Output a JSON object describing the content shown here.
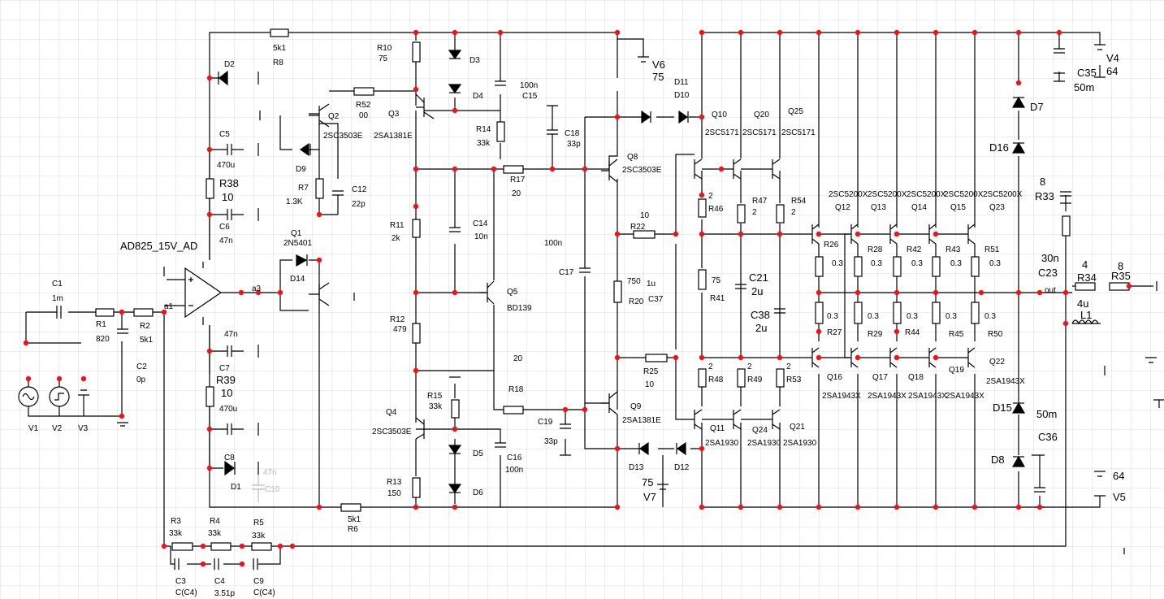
{
  "labels": {
    "opamp": "AD825_15V_AD",
    "C1": "C1",
    "C1v": "1m",
    "R1": "R1",
    "R1v": "820",
    "R2": "R2",
    "R2v": "5k1",
    "C2": "C2",
    "C2v": "0p",
    "V1": "V1",
    "V2": "V2",
    "V3": "V3",
    "a1": "a1",
    "a3": "a3",
    "R8v": "5k1",
    "R8": "R8",
    "D2": "D2",
    "C5": "C5",
    "C5v": "470u",
    "R38": "R38",
    "R38v": "10",
    "C6": "C6",
    "C6v": "47n",
    "Q2": "Q2",
    "Q2t": "2SC3503E",
    "D9": "D9",
    "R7": "R7",
    "R7v": "1.3K",
    "C12": "C12",
    "C12v": "22p",
    "Q1": "Q1",
    "Q1t": "2N5401",
    "D14": "D14",
    "R52": "R52",
    "R52v": "00",
    "R10": "R10",
    "R10v": "75",
    "D3": "D3",
    "D4": "D4",
    "Q3": "Q3",
    "Q3t": "2SA1381E",
    "C15v": "100n",
    "C15": "C15",
    "R14": "R14",
    "R14v": "33k",
    "C18": "C18",
    "C18v": "33p",
    "R17": "R17",
    "R17v": "20",
    "R11": "R11",
    "R11v": "2k",
    "C14": "C14",
    "C14v": "10n",
    "C7v": "47n",
    "C7": "C7",
    "R39": "R39",
    "R39v": "10",
    "C7b": "470u",
    "C8": "C8",
    "D1": "D1",
    "C10v": "47n",
    "C10": "C10",
    "Q5": "Q5",
    "Q5t": "BD139",
    "R12": "R12",
    "R12v": "479",
    "n20": "20",
    "R18": "R18",
    "R15": "R15",
    "R15v": "33k",
    "Q4": "Q4",
    "Q4t": "2SC3503E",
    "D5": "D5",
    "D6": "D6",
    "C16": "C16",
    "C16v": "100n",
    "R13": "R13",
    "R13v": "150",
    "R6v": "5k1",
    "R6": "R6",
    "R3": "R3",
    "R3v": "33k",
    "R4": "R4",
    "R4v": "33k",
    "R5": "R5",
    "R5v": "33k",
    "C3": "C3",
    "C3v": "C(C4)",
    "C4": "C4",
    "C4v": "3.51p",
    "C9": "C9",
    "C9v": "C(C4)",
    "V6": "V6",
    "V6v": "75",
    "D11": "D11",
    "D10": "D10",
    "Q8": "Q8",
    "Q8t": "2SC3503E",
    "C100n": "100n",
    "C17": "C17",
    "R22v": "10",
    "R22": "R22",
    "R20v": "750",
    "R20": "R20",
    "C37v": "1u",
    "C37": "C37",
    "R25": "R25",
    "R25v": "10",
    "Q9": "Q9",
    "Q9t": "2SA1381E",
    "C19": "C19",
    "C19v": "33p",
    "D13": "D13",
    "D12": "D12",
    "V7v": "75",
    "V7": "V7",
    "Q10": "Q10",
    "Q10t": "2SC5171",
    "Q20": "Q20",
    "Q20t": "2SC5171",
    "Q25": "Q25",
    "Q25t": "2SC5171",
    "R46": "R46",
    "R46v": "2",
    "R47": "R47",
    "R47v": "2",
    "R54": "R54",
    "R54v": "2",
    "R41v": "75",
    "R41": "R41",
    "C21": "C21",
    "C21v": "2u",
    "C38": "C38",
    "C38v": "2u",
    "R48v": "2",
    "R48": "R48",
    "R49v": "2",
    "R49": "R49",
    "R53v": "2",
    "R53": "R53",
    "Q11": "Q11",
    "Q11t": "2SA1930",
    "Q24": "Q24",
    "Q24t": "2SA1930",
    "Q21": "Q21",
    "Q21t": "2SA1930",
    "Q12": "Q12",
    "Q13": "Q13",
    "Q14": "Q14",
    "Q15": "Q15",
    "Q23": "Q23",
    "tC": "2SC5200X",
    "R26": "R26",
    "R28": "R28",
    "R42": "R42",
    "R43": "R43",
    "R51": "R51",
    "r03": "0.3",
    "R27": "R27",
    "R29": "R29",
    "R44": "R44",
    "R45": "R45",
    "R50": "R50",
    "Q16": "Q16",
    "Q17": "Q17",
    "Q18": "Q18",
    "Q19": "Q19",
    "Q22": "Q22",
    "tA": "2SA1943X",
    "D7": "D7",
    "D16": "D16",
    "D15": "D15",
    "D8": "D8",
    "C35": "C35",
    "C35v": "50m",
    "V4": "V4",
    "V4v": "64",
    "R33v": "8",
    "R33": "R33",
    "C23v": "30n",
    "C23": "C23",
    "R34v": "4",
    "R34": "R34",
    "R35v": "8",
    "R35": "R35",
    "out": "out",
    "L1v": "4u",
    "L1": "L1",
    "C36v": "50m",
    "C36": "C36",
    "V5v": "64",
    "V5": "V5"
  }
}
